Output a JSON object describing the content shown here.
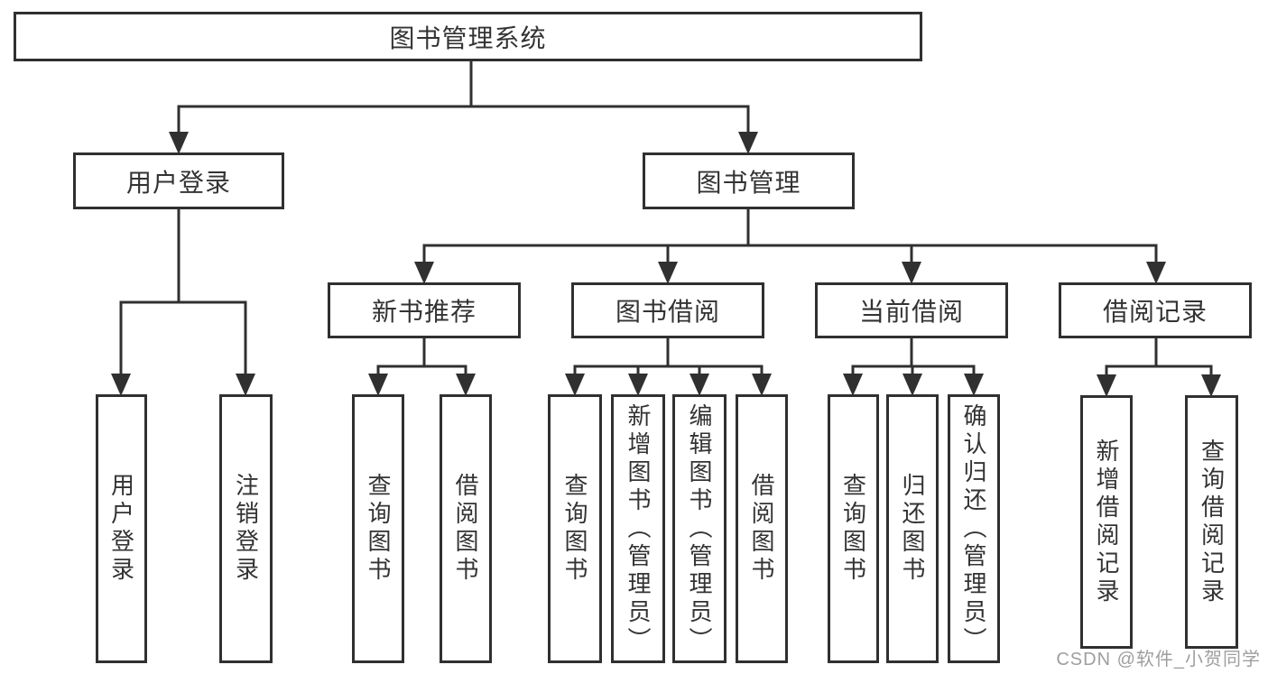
{
  "diagram": {
    "root_label": "图书管理系统",
    "level2": [
      "用户登录",
      "图书管理"
    ],
    "level3": [
      "新书推荐",
      "图书借阅",
      "当前借阅",
      "借阅记录"
    ],
    "leaf_groups": {
      "user_login": [
        "用户登录",
        "注销登录"
      ],
      "new_book_recommend": [
        "查询图书",
        "借阅图书"
      ],
      "book_borrow": [
        "查询图书",
        "新增图书（管理员）",
        "编辑图书（管理员）",
        "借阅图书"
      ],
      "current_borrow": [
        "查询图书",
        "归还图书",
        "确认归还（管理员）"
      ],
      "borrow_records": [
        "新增借阅记录",
        "查询借阅记录"
      ]
    }
  },
  "watermark": {
    "text": "CSDN @软件_小贺同学"
  },
  "colors": {
    "line": "#303030",
    "text": "#333333",
    "watermark": "#9e9e9e",
    "background": "#ffffff"
  }
}
